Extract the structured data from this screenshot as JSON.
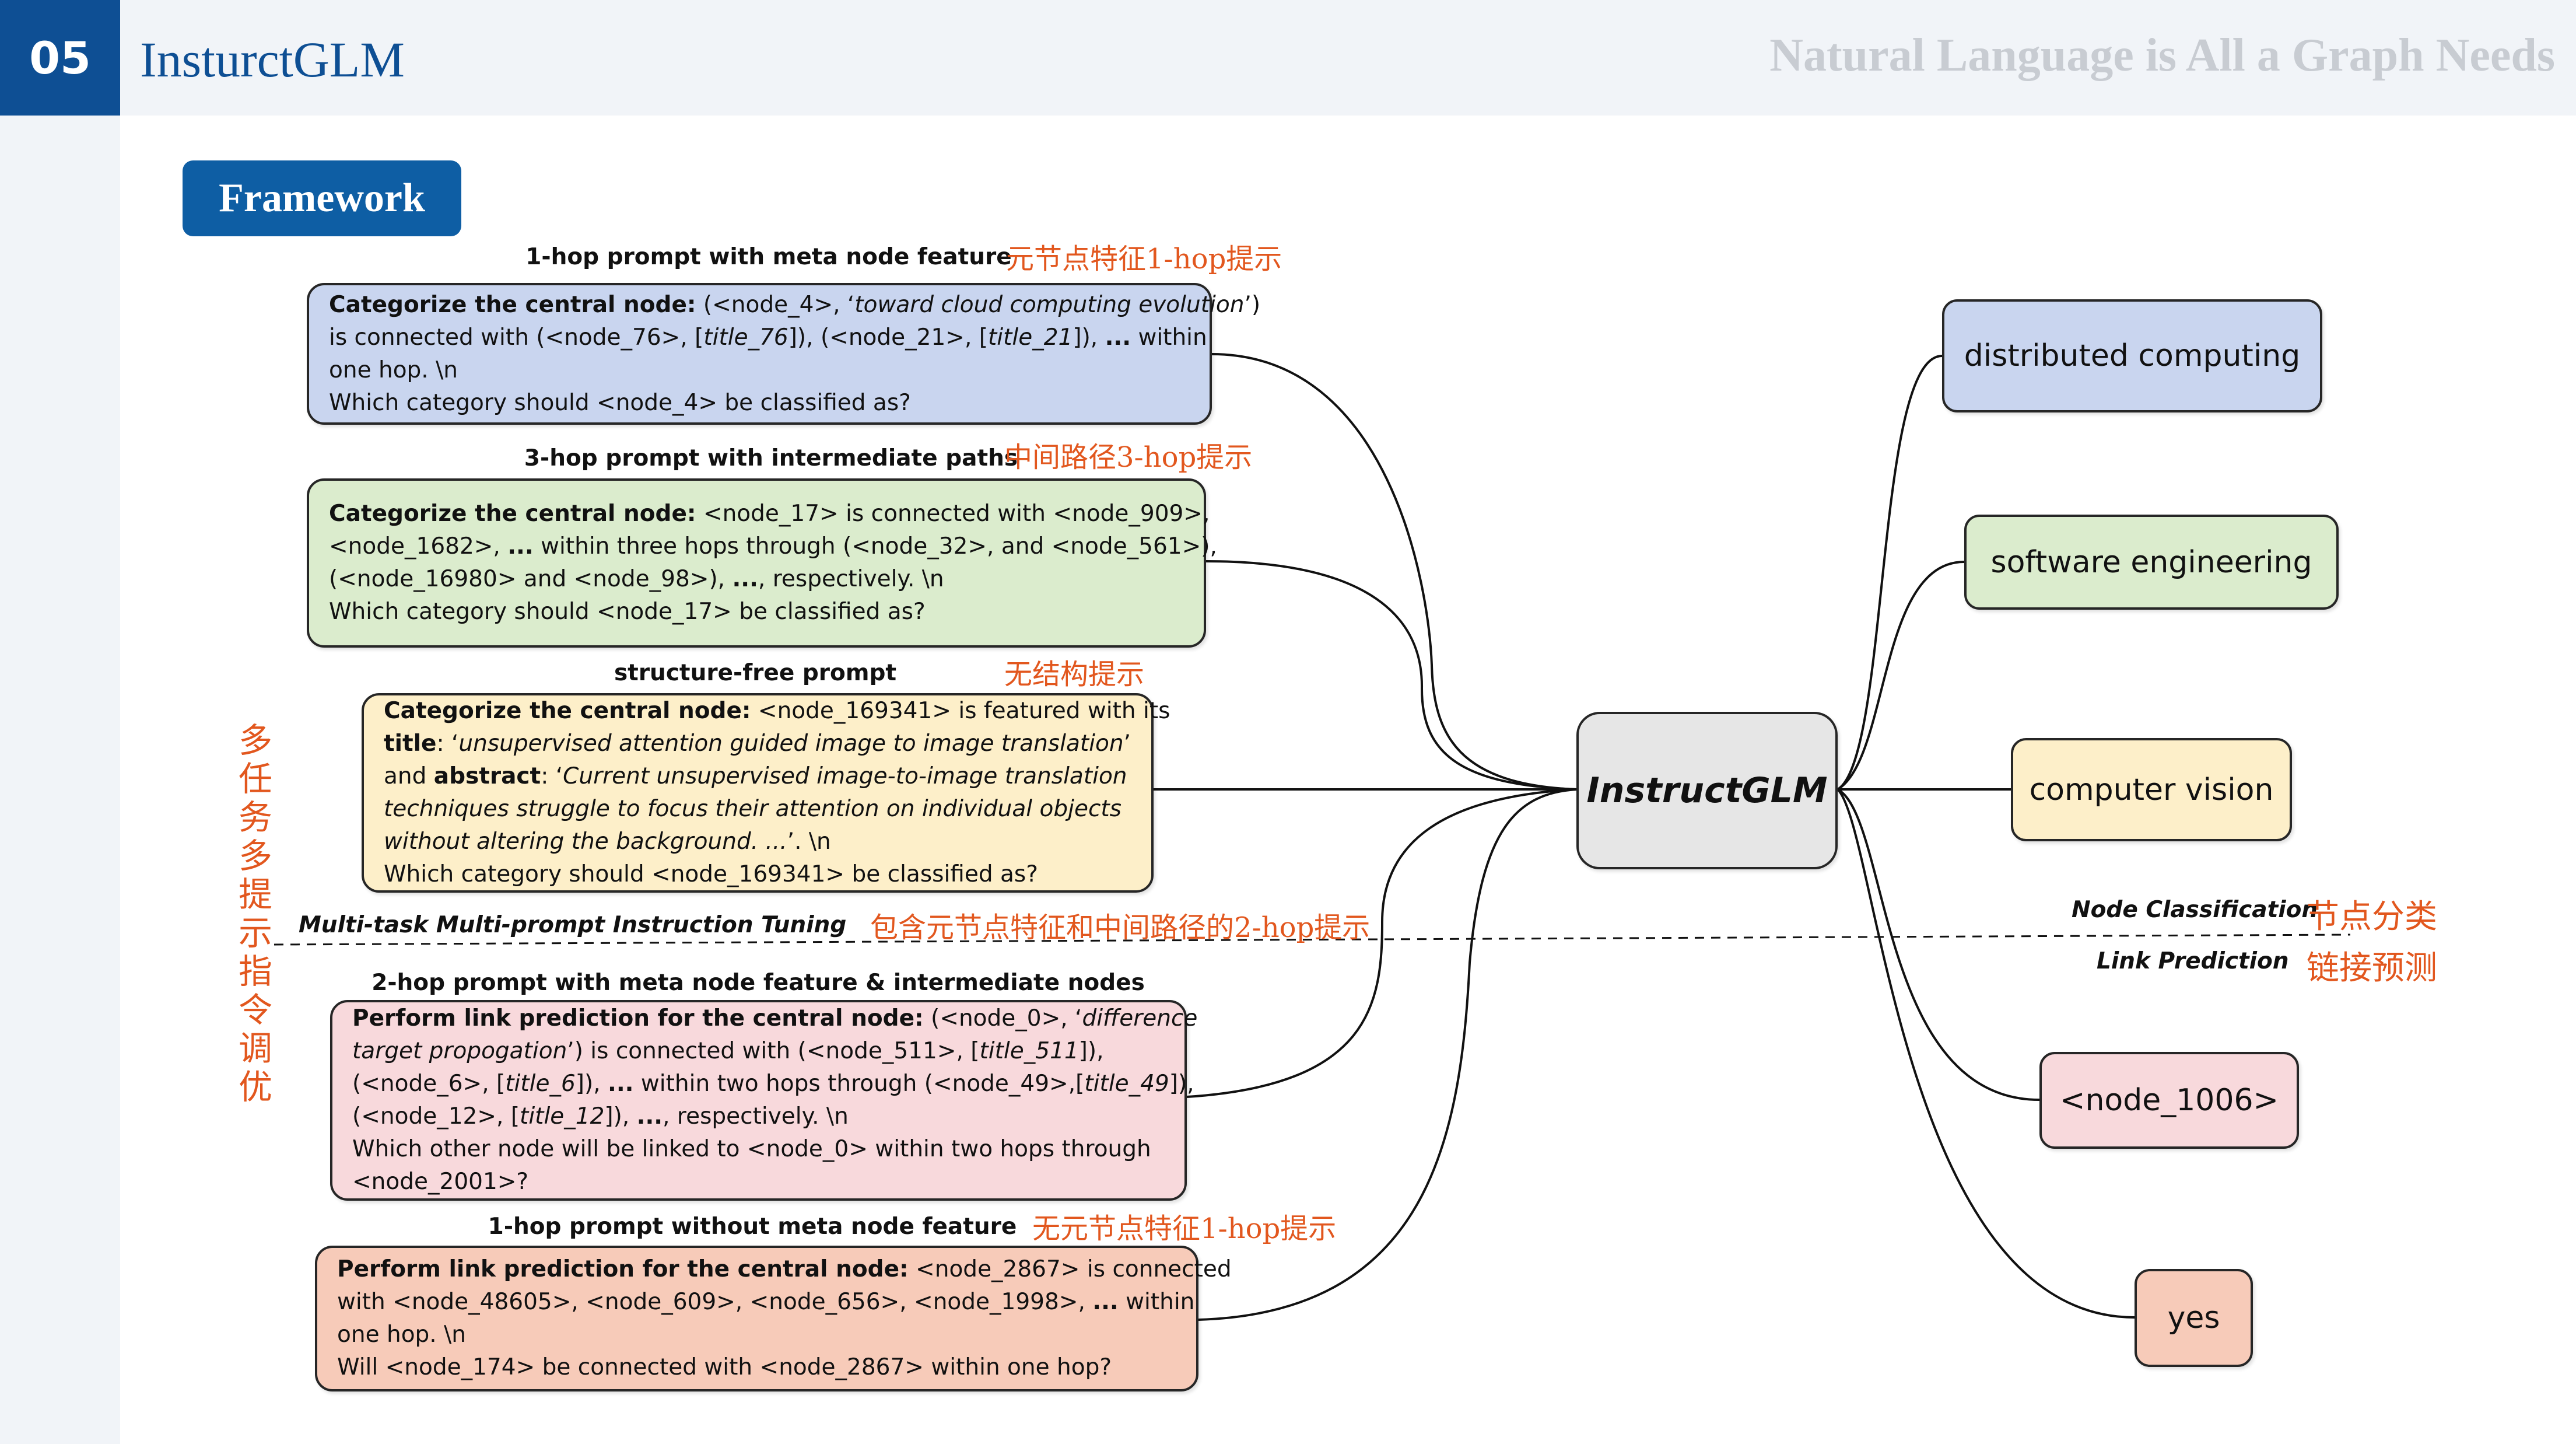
{
  "header": {
    "section_number": "05",
    "title": "InsturctGLM",
    "subtitle": "Natural Language is All a Graph Needs"
  },
  "section_tag": "Framework",
  "side_label": "多任务多提示指令调优",
  "divider": {
    "left_label": "Multi-task Multi-prompt Instruction Tuning",
    "left_note_cn": "包含元节点特征和中间路径的2-hop提示",
    "upper_task": "Node Classification",
    "upper_task_cn": "节点分类",
    "lower_task": "Link Prediction",
    "lower_task_cn": "链接预测"
  },
  "prompts": [
    {
      "caption": "1-hop prompt with meta node feature",
      "caption_cn": "元节点特征1-hop提示",
      "color": "#c9d5ef",
      "lines": [
        [
          {
            "t": "Categorize the central node:",
            "s": "b"
          },
          {
            "t": " (<node_4>, ‘"
          },
          {
            "t": "toward cloud computing evolution",
            "s": "i"
          },
          {
            "t": "’)"
          }
        ],
        [
          {
            "t": "is connected with (<node_76>, ["
          },
          {
            "t": "title_76",
            "s": "i"
          },
          {
            "t": "]), (<node_21>, ["
          },
          {
            "t": "title_21",
            "s": "i"
          },
          {
            "t": "]), "
          },
          {
            "t": "...",
            "s": "b"
          },
          {
            "t": " within"
          }
        ],
        [
          {
            "t": "one hop.  \\n"
          }
        ],
        [
          {
            "t": " Which category should <node_4> be classified as?"
          }
        ]
      ]
    },
    {
      "caption": "3-hop prompt with intermediate paths",
      "caption_cn": "中间路径3-hop提示",
      "color": "#dbeccd",
      "lines": [
        [
          {
            "t": "Categorize the central node:",
            "s": "b"
          },
          {
            "t": " <node_17> is connected with <node_909>,"
          }
        ],
        [
          {
            "t": "<node_1682>, "
          },
          {
            "t": "...",
            "s": "b"
          },
          {
            "t": " within three hops through (<node_32>, and <node_561>),"
          }
        ],
        [
          {
            "t": "(<node_16980> and <node_98>), "
          },
          {
            "t": "...",
            "s": "b"
          },
          {
            "t": ", respectively.  \\n"
          }
        ],
        [
          {
            "t": "Which category should <node_17> be classified as?"
          }
        ]
      ]
    },
    {
      "caption": "structure-free prompt",
      "caption_cn": "无结构提示",
      "color": "#fdefc9",
      "lines": [
        [
          {
            "t": "Categorize the central node:",
            "s": "b"
          },
          {
            "t": " <node_169341> is featured with its"
          }
        ],
        [
          {
            "t": "title",
            "s": "b"
          },
          {
            "t": ": ‘"
          },
          {
            "t": "unsupervised attention guided image to image translation",
            "s": "i"
          },
          {
            "t": "’"
          }
        ],
        [
          {
            "t": "and "
          },
          {
            "t": "abstract",
            "s": "b"
          },
          {
            "t": ": ‘"
          },
          {
            "t": "Current unsupervised image-to-image translation",
            "s": "i"
          }
        ],
        [
          {
            "t": "techniques struggle to focus their attention on individual objects",
            "s": "i"
          }
        ],
        [
          {
            "t": "without altering the background. ...",
            "s": "i"
          },
          {
            "t": "’.  \\n"
          }
        ],
        [
          {
            "t": "Which category should <node_169341> be classified as?"
          }
        ]
      ]
    },
    {
      "caption": "2-hop prompt with meta node feature & intermediate nodes",
      "caption_cn": "",
      "color": "#f8d9dc",
      "lines": [
        [
          {
            "t": "Perform link prediction for the central node:",
            "s": "b"
          },
          {
            "t": " (<node_0>, ‘"
          },
          {
            "t": "difference",
            "s": "i"
          }
        ],
        [
          {
            "t": "target propogation",
            "s": "i"
          },
          {
            "t": "’) is connected with (<node_511>, ["
          },
          {
            "t": "title_511",
            "s": "i"
          },
          {
            "t": "]),"
          }
        ],
        [
          {
            "t": "(<node_6>, ["
          },
          {
            "t": "title_6",
            "s": "i"
          },
          {
            "t": "]), "
          },
          {
            "t": "...",
            "s": "b"
          },
          {
            "t": " within two hops through (<node_49>,["
          },
          {
            "t": "title_49",
            "s": "i"
          },
          {
            "t": "]),"
          }
        ],
        [
          {
            "t": "(<node_12>, ["
          },
          {
            "t": "title_12",
            "s": "i"
          },
          {
            "t": "]), "
          },
          {
            "t": "...",
            "s": "b"
          },
          {
            "t": ", respectively.  \\n"
          }
        ],
        [
          {
            "t": "Which other node will be linked to <node_0> within two hops through"
          }
        ],
        [
          {
            "t": "<node_2001>?"
          }
        ]
      ]
    },
    {
      "caption": "1-hop prompt without meta node feature",
      "caption_cn": "无元节点特征1-hop提示",
      "color": "#f7cbb9",
      "lines": [
        [
          {
            "t": "Perform link prediction for the central node:",
            "s": "b"
          },
          {
            "t": " <node_2867> is connected"
          }
        ],
        [
          {
            "t": "with <node_48605>, <node_609>, <node_656>, <node_1998>, "
          },
          {
            "t": "...",
            "s": "b"
          },
          {
            "t": " within"
          }
        ],
        [
          {
            "t": "one hop.  \\n"
          }
        ],
        [
          {
            "t": " Will <node_174> be connected with <node_2867> within one hop?"
          }
        ]
      ]
    }
  ],
  "center_node": "InstructGLM",
  "answers": [
    {
      "label": "distributed computing",
      "color": "#c9d5ef"
    },
    {
      "label": "software engineering",
      "color": "#dbeccd"
    },
    {
      "label": "computer vision",
      "color": "#fdefc9"
    },
    {
      "label": "<node_1006>",
      "color": "#f8d9dc"
    },
    {
      "label": "yes",
      "color": "#f7cbb9"
    }
  ]
}
